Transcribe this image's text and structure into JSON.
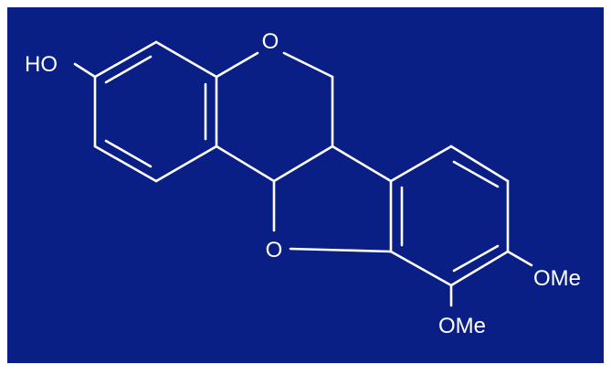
{
  "colors": {
    "background": "#0A1F85",
    "border": "#ffffff",
    "bond": "#ffffff",
    "label": "#ffffff"
  },
  "molecule": {
    "labels": {
      "hydroxyl": "HO",
      "ring_oxygen_top": "O",
      "ring_oxygen_bottom": "O",
      "methoxy_right": "OMe",
      "methoxy_bottom": "OMe"
    }
  }
}
